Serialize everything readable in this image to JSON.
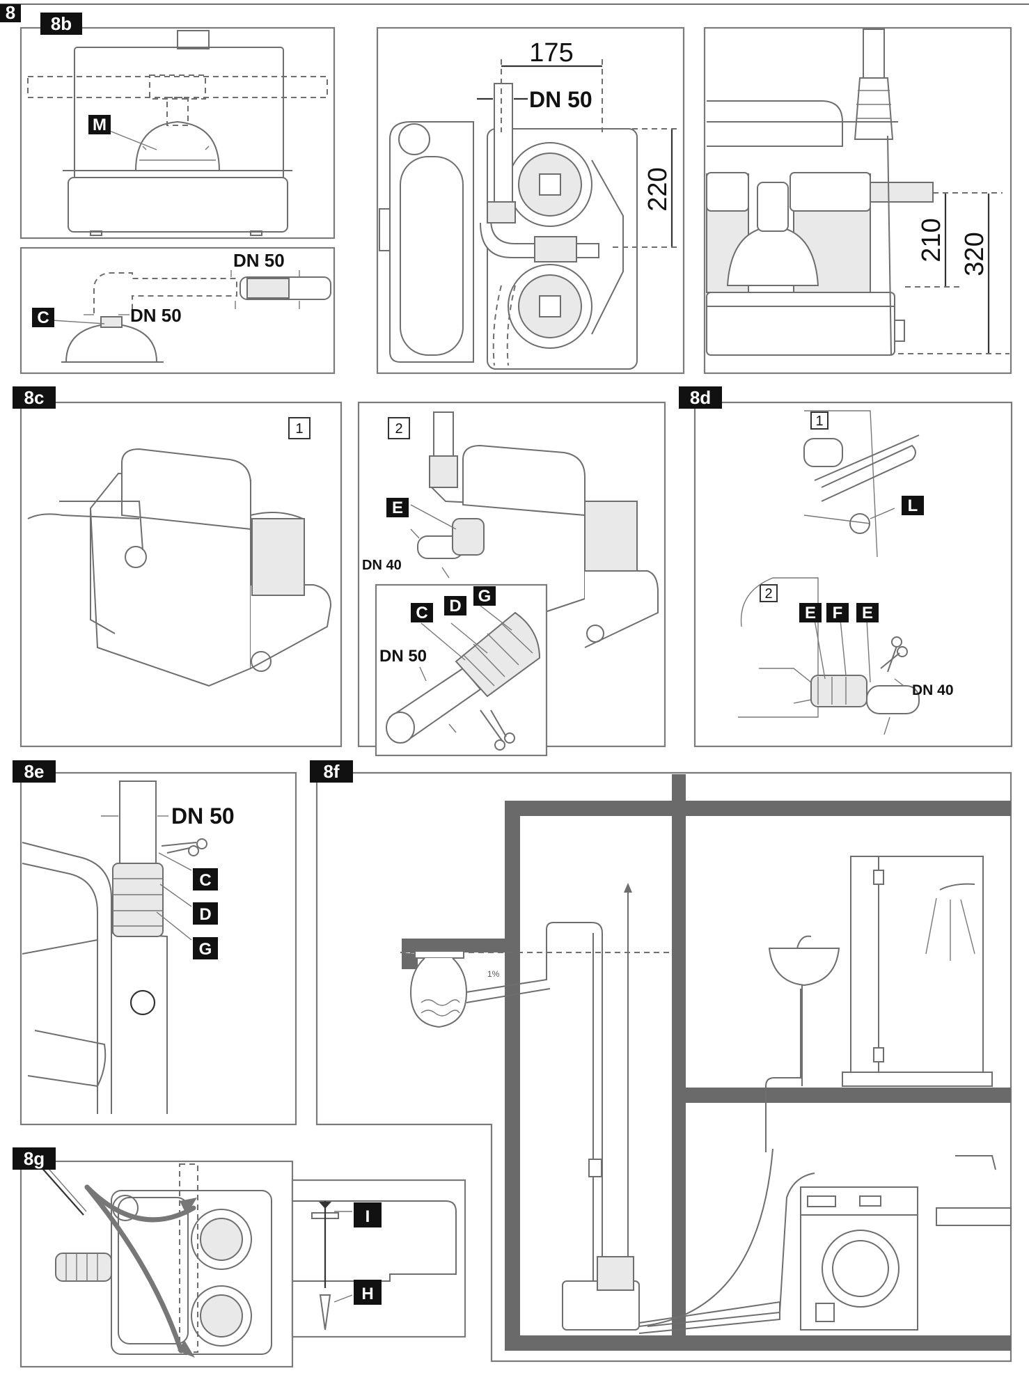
{
  "page_number": "8",
  "figures": {
    "b": "8b",
    "c": "8c",
    "d": "8d",
    "e": "8e",
    "f": "8f",
    "g": "8g"
  },
  "parts": {
    "M": "M",
    "C": "C",
    "D": "D",
    "E": "E",
    "F": "F",
    "G": "G",
    "H": "H",
    "I": "I",
    "L": "L"
  },
  "pipes": {
    "dn50": "DN 50",
    "dn40": "DN 40"
  },
  "dimensions": {
    "width_175": "175",
    "height_220": "220",
    "height_210": "210",
    "height_320": "320"
  },
  "step_numbers": {
    "one": "1",
    "two": "2"
  },
  "slope": "1%",
  "colors": {
    "line": "#6e6e6e",
    "tag": "#111111",
    "wall": "#6a6a6a"
  }
}
